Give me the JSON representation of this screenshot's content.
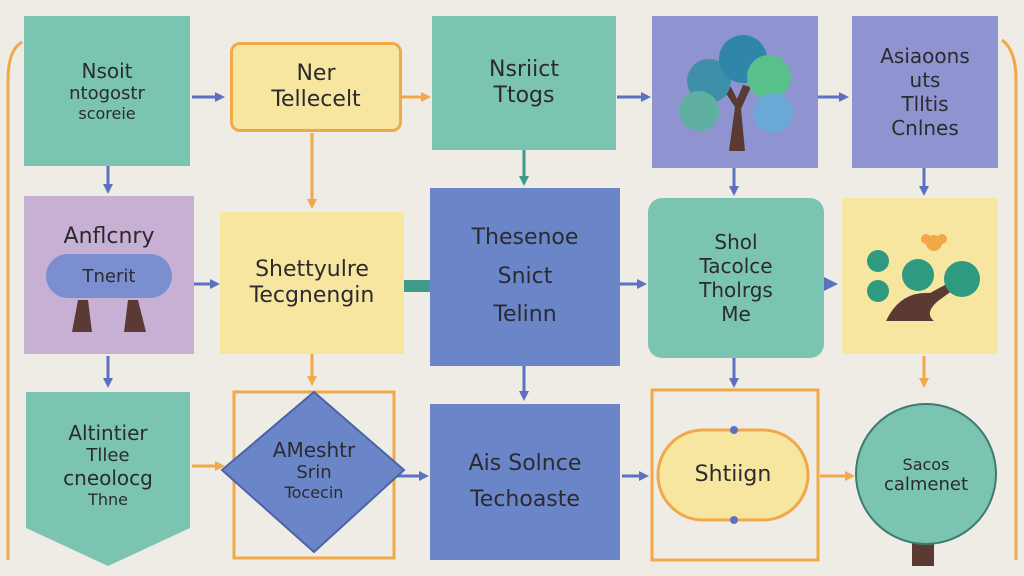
{
  "colors": {
    "background": "#efece6",
    "teal": "#7cc4b2",
    "blue": "#6b86c8",
    "yellow": "#f7e6a0",
    "lavender": "#8f94d0",
    "purple": "#c8b0d4",
    "orange": "#f0a848",
    "arrow_blue": "#5b72c0",
    "trunk": "#5a3a32"
  },
  "nodes": {
    "r1c1": [
      "Nsoit",
      "ntogostr",
      "scoreie"
    ],
    "r1c2": [
      "Ner",
      "Tellecelt"
    ],
    "r1c3": [
      "Nsriict",
      "Ttogs"
    ],
    "r1c4_icon": "tree-icon",
    "r1c5": [
      "Asiaoons",
      "uts",
      "Tlltis",
      "Cnlnes"
    ],
    "r2c1": [
      "Anflcnry"
    ],
    "r2c1_pill": "Tnerit",
    "r2c2": [
      "Shettyulre",
      "Tecgnengin"
    ],
    "r2c3": [
      "Thesenoe",
      "Snict",
      "Telinn"
    ],
    "r2c4": [
      "Shol",
      "Tacolce",
      "Tholrgs",
      "Me"
    ],
    "r2c5_icon": "bonsai-icon",
    "r3c1": [
      "Altintier",
      "Tllee",
      "cneolocg",
      "Thne"
    ],
    "r3c2": [
      "AMeshtr",
      "Srin",
      "Tocecin"
    ],
    "r3c3": [
      "Ais Solnce",
      "Techoaste"
    ],
    "r3c4": [
      "Shtiign"
    ],
    "r3c5": [
      "Sacos",
      "calmenet"
    ]
  }
}
